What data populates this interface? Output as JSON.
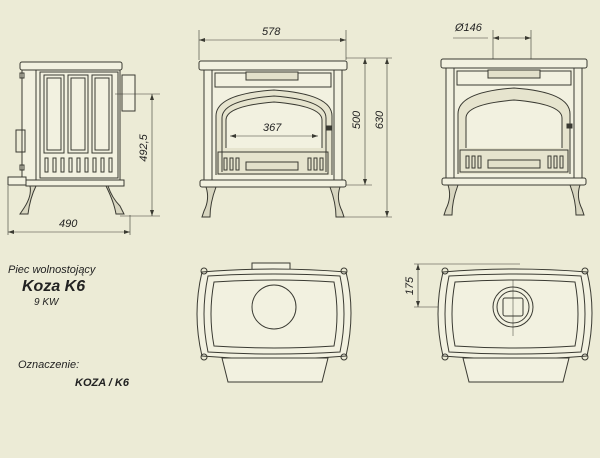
{
  "colors": {
    "background": "#ecebd6",
    "line": "#3a3a32",
    "fill": "#f2f1e0",
    "text": "#222222"
  },
  "title": {
    "type_label": "Piec wolnostojący",
    "model": "Koza K6",
    "power": "9 KW"
  },
  "designation": {
    "label": "Oznaczenie:",
    "value": "KOZA / K6"
  },
  "dimensions": {
    "side_depth": "490",
    "side_flue_height": "492,5",
    "front_width": "578",
    "front_window_width": "367",
    "front_body_height": "500",
    "front_total_height": "630",
    "flue_diameter": "Ø146",
    "top_flue_offset": "175"
  },
  "views": [
    "side-view",
    "front-view",
    "rear-view",
    "top-view",
    "top-view-flue"
  ]
}
